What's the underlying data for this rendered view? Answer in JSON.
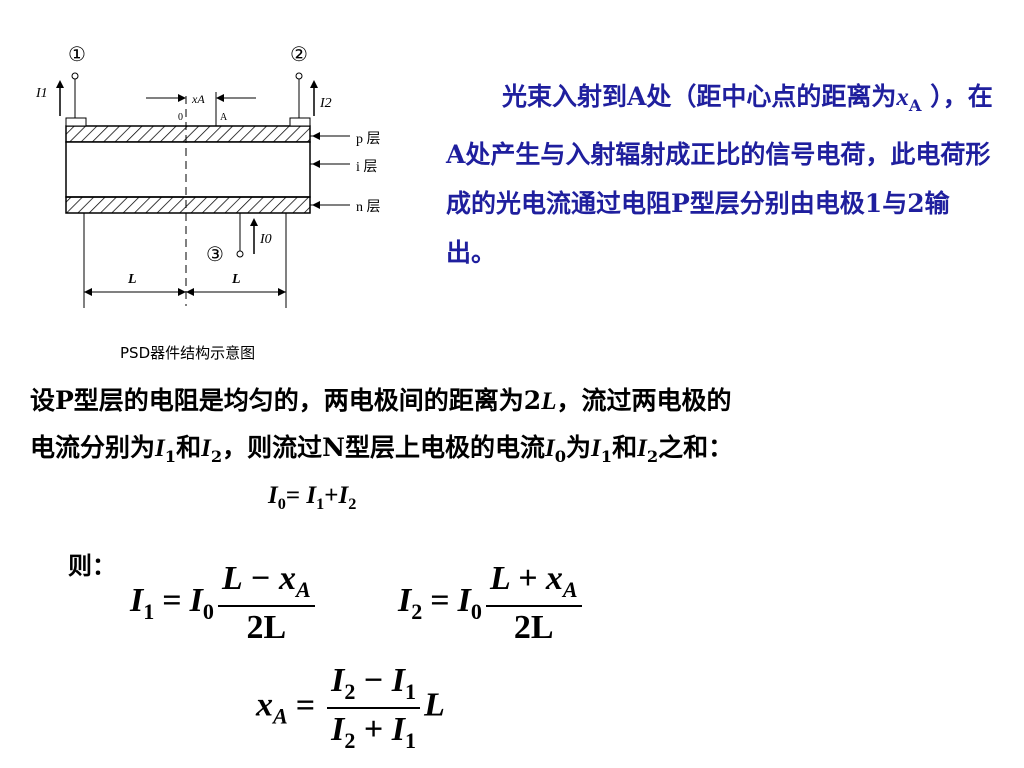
{
  "diagram": {
    "electrode_labels": [
      "①",
      "②",
      "③"
    ],
    "layer_labels": [
      "p 层",
      "i 层",
      "n 层"
    ],
    "current_labels": [
      "I1",
      "I2",
      "I0"
    ],
    "xa_label": "xA",
    "length_labels": [
      "L",
      "L"
    ],
    "zero_label": "0",
    "a_label": "A"
  },
  "caption": "PSD器件结构示意图",
  "intro": {
    "part1": "光束入射到A处（距中心点的距离为",
    "xa": "x",
    "xa_sub": "A",
    "part2": " ），在A处产生与入射辐射成正比的信号电荷，此电荷形成的光电流通过电阻P型层分别由电极1与2输出。"
  },
  "para1": {
    "part1": "设P型层的电阻是均匀的，两电极间的距离为2",
    "L": "L",
    "part2": "，流过两电极的"
  },
  "para2": {
    "p1": "电流分别为",
    "I": "I",
    "s1": "1",
    "and": "和",
    "s2": "2",
    "p2": "，则流过N型层上电极的电流",
    "s0": "0",
    "is": "为",
    "p3": "之和："
  },
  "eq0": {
    "I": "I",
    "s0": "0",
    "eq": "= ",
    "s1": "1",
    "plus": "+",
    "s2": "2"
  },
  "then": "则：",
  "eq1": {
    "lhs": "I",
    "lhs_sub": "1",
    "eq": "=",
    "coef": "I",
    "coef_sub": "0",
    "num": "L − x",
    "num_sub": "A",
    "den": "2L"
  },
  "eq2": {
    "lhs": "I",
    "lhs_sub": "2",
    "eq": "=",
    "coef": "I",
    "coef_sub": "0",
    "num": "L + x",
    "num_sub": "A",
    "den": "2L"
  },
  "eq3": {
    "lhs": "x",
    "lhs_sub": "A",
    "eq": "=",
    "num_a": "I",
    "num_a_sub": "2",
    "num_op": " − ",
    "num_b": "I",
    "num_b_sub": "1",
    "den_a": "I",
    "den_a_sub": "2",
    "den_op": " + ",
    "den_b": "I",
    "den_b_sub": "1",
    "tail": "L"
  }
}
